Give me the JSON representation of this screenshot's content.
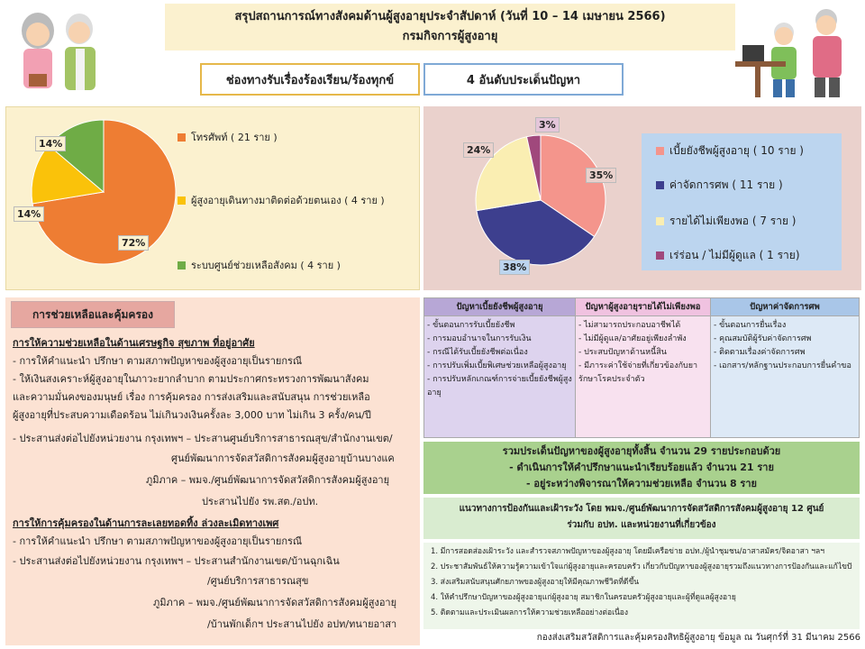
{
  "header": {
    "title_line1": "สรุปสถานการณ์ทางสังคมด้านผู้สูงอายุประจำสัปดาห์ (วันที่ 10 – 14 เมษายน 2566)",
    "title_line2": "กรมกิจการผู้สูงอายุ"
  },
  "section_left": {
    "label": "ช่องทางรับเรื่องร้องเรียน/ร้องทุกข์"
  },
  "section_right": {
    "label": "4 อันดับประเด็นปัญหา"
  },
  "chart_data": [
    {
      "type": "pie",
      "title": "ช่องทางรับเรื่องร้องเรียน/ร้องทุกข์",
      "slices": [
        {
          "label": "โทรศัพท์ ( 21 ราย )",
          "value": 21,
          "percent": "72%",
          "color": "#ee7d33"
        },
        {
          "label": "ผู้สูงอายุเดินทางมาติดต่อด้วยตนเอง ( 4 ราย )",
          "value": 4,
          "percent": "14%",
          "color": "#fac20a"
        },
        {
          "label": "ระบบศูนย์ช่วยเหลือสังคม ( 4 ราย )",
          "value": 4,
          "percent": "14%",
          "color": "#6fac46"
        }
      ]
    },
    {
      "type": "pie",
      "title": "4 อันดับประเด็นปัญหา",
      "slices": [
        {
          "label": "เบี้ยยังชีพผู้สูงอายุ ( 10 ราย )",
          "value": 10,
          "percent": "35%",
          "color": "#f4958c"
        },
        {
          "label": "ค่าจัดการศพ ( 11 ราย )",
          "value": 11,
          "percent": "38%",
          "color": "#3d3f8e"
        },
        {
          "label": "รายได้ไม่เพียงพอ ( 7 ราย )",
          "value": 7,
          "percent": "24%",
          "color": "#faeeb2"
        },
        {
          "label": "เร่ร่อน / ไม่มีผู้ดูแล ( 1 ราย)",
          "value": 1,
          "percent": "3%",
          "color": "#a0487c"
        }
      ]
    }
  ],
  "help": {
    "heading": "การช่วยเหลือและคุ้มครอง",
    "lines": [
      "การให้ความช่วยเหลือในด้านเศรษฐกิจ สุขภาพ ที่อยู่อาศัย",
      "- การให้คำแนะนำ ปรึกษา ตามสภาพปัญหาของผู้สูงอายุเป็นรายกรณี",
      "- ให้เงินสงเคราะห์ผู้สูงอายุในภาวะยากลำบาก ตามประกาศกระทรวงการพัฒนาสังคม",
      "และความมั่นคงของมนุษย์ เรื่อง การคุ้มครอง การส่งเสริมและสนับสนุน การช่วยเหลือ",
      "ผู้สูงอายุที่ประสบความเดือดร้อน ไม่เกินวงเงินครั้งละ 3,000 บาท ไม่เกิน 3 ครั้ง/คน/ปี",
      "- ประสานส่งต่อไปยังหน่วยงาน กรุงเทพฯ – ประสานศูนย์บริการสาธารณสุข/สำนักงานเขต/",
      "ศูนย์พัฒนาการจัดสวัสดิการสังคมผู้สูงอายุบ้านบางแค",
      "ภูมิภาค – พมจ./ศูนย์พัฒนาการจัดสวัสดิการสังคมผู้สูงอายุ",
      "ประสานไปยัง รพ.สต./อปท.",
      "การให้การคุ้มครองในด้านการละเลยทอดทิ้ง ล่วงละเมิดทางเพศ",
      "- การให้คำแนะนำ ปรึกษา ตามสภาพปัญหาของผู้สูงอายุเป็นรายกรณี",
      "- ประสานส่งต่อไปยังหน่วยงาน กรุงเทพฯ – ประสานสำนักงานเขต/บ้านฉุกเฉิน",
      "/ศูนย์บริการสาธารณสุข",
      "ภูมิภาค – พมจ./ศูนย์พัฒนาการจัดสวัสดิการสังคมผู้สูงอายุ",
      "/บ้านพักเด็กฯ ประสานไปยัง อปท/ทนายอาสา"
    ]
  },
  "problems": {
    "headers": [
      "ปัญหาเบี้ยยังชีพผู้สูงอายุ",
      "ปัญหาผู้สูงอายุรายได้ไม่เพียงพอ",
      "ปัญหาค่าจัดการศพ"
    ],
    "col1": [
      "ขั้นตอนการรับเบี้ยยังชีพ",
      "การมอบอำนาจในการรับเงิน",
      "กรณีได้รับเบี้ยยังชีพต่อเนื่อง",
      "การปรับเพิ่มเบี้ยพิเศษช่วยเหลือผู้สูงอายุ",
      "การปรับหลักเกณฑ์การจ่ายเบี้ยยังชีพผู้สูงอายุ"
    ],
    "col2": [
      "ไม่สามารถประกอบอาชีพได้",
      "ไม่มีผู้ดูแล/อาศัยอยู่เพียงลำพัง",
      "ประสบปัญหาด้านหนี้สิน",
      "มีภาระค่าใช้จ่ายที่เกี่ยวข้องกับยารักษาโรคประจำตัว"
    ],
    "col3": [
      "ขั้นตอนการยื่นเรื่อง",
      "คุณสมบัติผู้รับค่าจัดการศพ",
      "ติดตามเรื่องค่าจัดการศพ",
      "เอกสาร/หลักฐานประกอบการยื่นคำขอ"
    ]
  },
  "summary": {
    "line1": "รวมประเด็นปัญหาของผู้สูงอายุทั้งสิ้น จำนวน 29 รายประกอบด้วย",
    "line2": "- ดำเนินการให้คำปรึกษาแนะนำเรียบร้อยแล้ว  จำนวน 21 ราย",
    "line3": "- อยู่ระหว่างพิจารณาให้ความช่วยเหลือ        จำนวน  8 ราย"
  },
  "prevention": {
    "line1": "แนวทางการป้องกันและเฝ้าระวัง โดย พมจ./ศูนย์พัฒนาการจัดสวัสดิการสังคมผู้สูงอายุ 12 ศูนย์",
    "line2": "ร่วมกับ อปท. และหน่วยงานที่เกี่ยวข้อง",
    "items": [
      "1. มีการสอดส่องเฝ้าระวัง และสำรวจสภาพปัญหาของผู้สูงอายุ โดยมีเครือข่าย อปท./ผู้นำชุมชน/อาสาสมัคร/จิตอาสา ฯลฯ",
      "2. ประชาสัมพันธ์ให้ความรู้ความเข้าใจแก่ผู้สูงอายุและครอบครัว เกี่ยวกับปัญหาของผู้สูงอายุรวมถึงแนวทางการป้องกันและแก้ไขปัญหา",
      "3. ส่งเสริมสนับสนุนศักยภาพของผู้สูงอายุให้มีคุณภาพชีวิตที่ดีขึ้น",
      "4. ให้คำปรึกษาปัญหาของผู้สูงอายุแก่ผู้สูงอายุ สมาชิกในครอบครัวผู้สูงอายุและผู้ที่ดูแลผู้สูงอายุ",
      "5. ติดตามและประเมินผลการให้ความช่วยเหลืออย่างต่อเนื่อง"
    ]
  },
  "footer": {
    "text": "กองส่งเสริมสวัสดิการและคุ้มครองสิทธิผู้สูงอายุ ข้อมูล ณ วันศุกร์ที่ 31 มีนาคม 2566"
  }
}
